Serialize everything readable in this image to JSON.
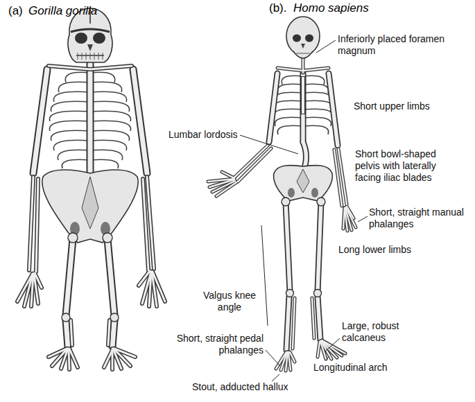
{
  "diagram": {
    "labels": [
      "(a)",
      "Gorilla gorilla",
      "(b).",
      "Homo sapiens",
      "Inferiorly placed foramen magnum",
      "Short upper limbs",
      "Lumbar lordosis",
      "Short bowl-shaped pelvis with laterally facing iliac blades",
      "Short, straight manual phalanges",
      "Long lower limbs",
      "Valgus knee angle",
      "Short, straight pedal phalanges",
      "Large, robust calcaneus",
      "Stout, adducted hallux",
      "Longitudinal arch"
    ]
  }
}
